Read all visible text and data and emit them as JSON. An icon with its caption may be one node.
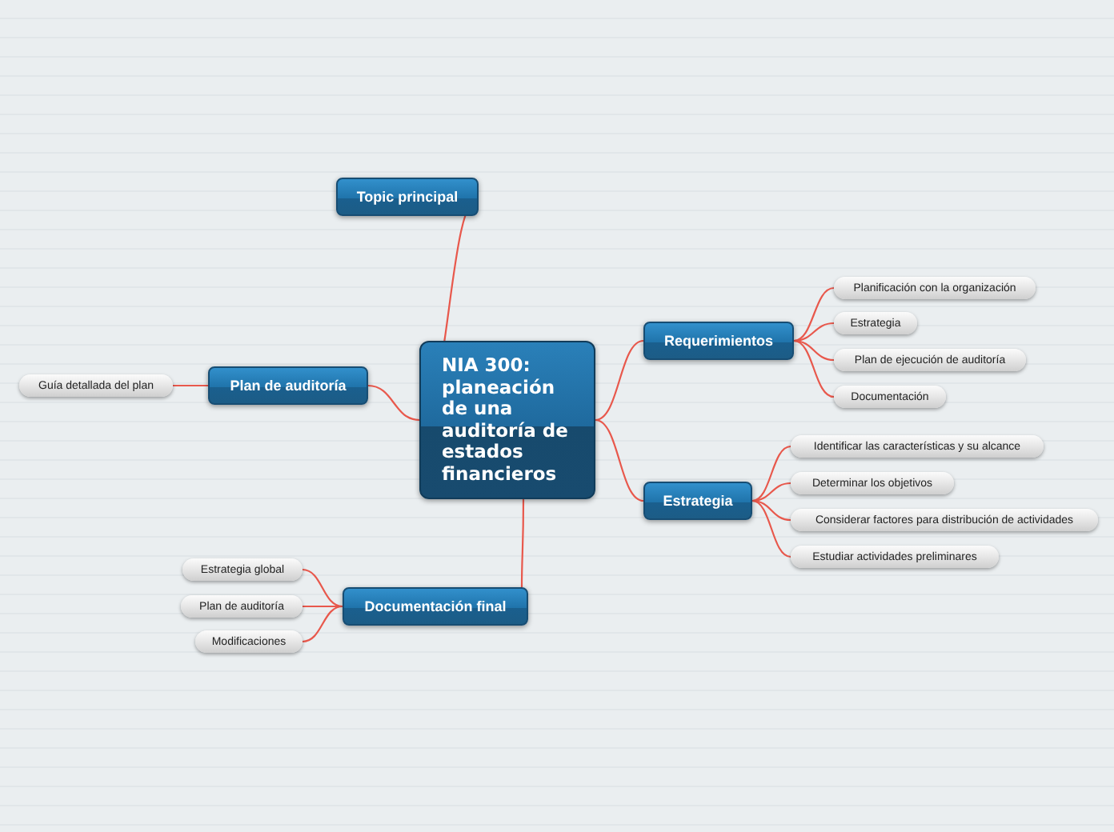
{
  "diagram": {
    "nodes": [
      {
        "text": [
          "NIA 300: planeación de una auditoría de estados financieros"
        ]
      },
      {
        "text": [
          "Topic principal"
        ]
      },
      {
        "text": [
          "Requerimientos"
        ]
      },
      {
        "text": [
          "Planificación con la organización"
        ]
      },
      {
        "text": [
          "Estrategia"
        ]
      },
      {
        "text": [
          "Plan de ejecución de auditoría"
        ]
      },
      {
        "text": [
          "Documentación"
        ]
      },
      {
        "text": [
          "Estrategia"
        ]
      },
      {
        "text": [
          "Identificar las características y su alcance"
        ]
      },
      {
        "text": [
          "Determinar los objetivos"
        ]
      },
      {
        "text": [
          "Considerar factores para distribución de actividades"
        ]
      },
      {
        "text": [
          "Estudiar actividades preliminares"
        ]
      },
      {
        "text": [
          "Plan de auditoría"
        ]
      },
      {
        "text": [
          "Guía detallada del plan"
        ]
      },
      {
        "text": [
          "Documentación final"
        ]
      },
      {
        "text": [
          "Estrategia global"
        ]
      },
      {
        "text": [
          "Plan de auditoría"
        ]
      },
      {
        "text": [
          "Modificaciones"
        ]
      }
    ],
    "edges": [
      {
        "from": 0,
        "to": 1,
        "arrow": "none"
      },
      {
        "from": 0,
        "to": 2,
        "arrow": "none"
      },
      {
        "from": 2,
        "to": 3,
        "arrow": "none"
      },
      {
        "from": 2,
        "to": 4,
        "arrow": "none"
      },
      {
        "from": 2,
        "to": 5,
        "arrow": "none"
      },
      {
        "from": 2,
        "to": 6,
        "arrow": "none"
      },
      {
        "from": 0,
        "to": 7,
        "arrow": "none"
      },
      {
        "from": 7,
        "to": 8,
        "arrow": "none"
      },
      {
        "from": 7,
        "to": 9,
        "arrow": "none"
      },
      {
        "from": 7,
        "to": 10,
        "arrow": "none"
      },
      {
        "from": 7,
        "to": 11,
        "arrow": "none"
      },
      {
        "from": 0,
        "to": 12,
        "arrow": "none"
      },
      {
        "from": 12,
        "to": 13,
        "arrow": "none"
      },
      {
        "from": 0,
        "to": 14,
        "arrow": "none"
      },
      {
        "from": 14,
        "to": 15,
        "arrow": "none"
      },
      {
        "from": 14,
        "to": 16,
        "arrow": "none"
      },
      {
        "from": 14,
        "to": 17,
        "arrow": "none"
      }
    ]
  }
}
